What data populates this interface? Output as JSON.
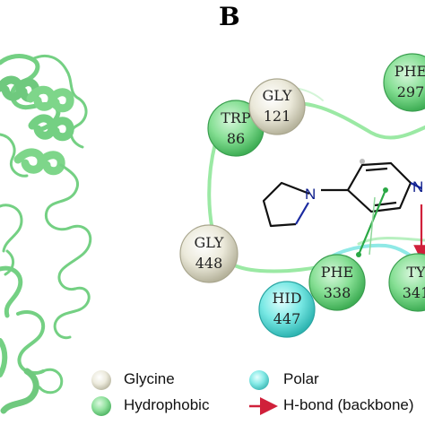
{
  "panel_label": "B",
  "residues": [
    {
      "id": "trp86",
      "name": "TRP",
      "num": "86",
      "class": "hydrophobic"
    },
    {
      "id": "gly121",
      "name": "GLY",
      "num": "121",
      "class": "glycine"
    },
    {
      "id": "phe297",
      "name": "PHE",
      "num": "297",
      "class": "hydrophobic"
    },
    {
      "id": "gly448",
      "name": "GLY",
      "num": "448",
      "class": "glycine"
    },
    {
      "id": "phe338",
      "name": "PHE",
      "num": "338",
      "class": "hydrophobic"
    },
    {
      "id": "tyr341",
      "name": "TY",
      "num": "341",
      "class": "hydrophobic"
    },
    {
      "id": "hid447",
      "name": "HID",
      "num": "447",
      "class": "polar"
    }
  ],
  "ligand": {
    "atom_n1": "N",
    "atom_n2": "N"
  },
  "legend": {
    "glycine": "Glycine",
    "hydrophobic": "Hydrophobic",
    "polar": "Polar",
    "hbond": "H-bond (backbone)"
  },
  "colors": {
    "hydrophobic": "#7fdc8e",
    "glycine": "#e4e2d2",
    "polar": "#6fe3e0",
    "ribbon": "#7ed68a",
    "pocket_green": "#8fe59a",
    "pocket_cyan": "#7fe8e4",
    "hbond": "#d0203a"
  }
}
